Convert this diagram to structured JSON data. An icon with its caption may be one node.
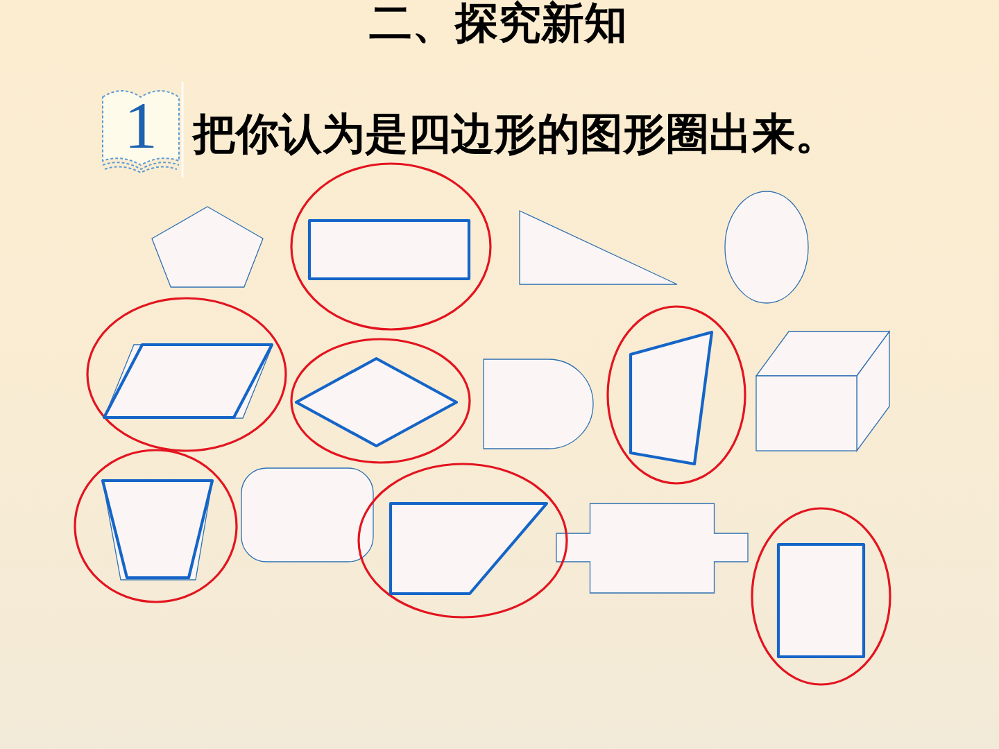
{
  "diagram": {
    "title": "二、探究新知",
    "nodes": [
      {
        "text": [],
        "shape": "pentagon"
      },
      {
        "text": [],
        "shape": "circle"
      },
      {
        "text": [],
        "shape": "box",
        "in": 1
      },
      {
        "text": [],
        "shape": "triangle"
      },
      {
        "text": [],
        "shape": "ellipse"
      },
      {
        "text": [],
        "shape": "circle"
      },
      {
        "text": [],
        "shape": "parallelogram",
        "in": 5
      },
      {
        "text": [],
        "shape": "circle"
      },
      {
        "text": [],
        "shape": "diamond",
        "in": 7
      },
      {
        "text": [],
        "shape": "arch"
      },
      {
        "text": [],
        "shape": "circle"
      },
      {
        "text": [],
        "shape": "quadrilateral",
        "in": 10
      },
      {
        "text": [],
        "shape": "cube"
      },
      {
        "text": [],
        "shape": "circle"
      },
      {
        "text": [],
        "shape": "trapezoid",
        "in": 13
      },
      {
        "text": [],
        "shape": "rounded-box"
      },
      {
        "text": [],
        "shape": "circle"
      },
      {
        "text": [],
        "shape": "trapezoid",
        "in": 16
      },
      {
        "text": [],
        "shape": "cross"
      },
      {
        "text": [],
        "shape": "circle"
      },
      {
        "text": [],
        "shape": "box",
        "in": 19
      }
    ],
    "labels": [
      "1",
      "把你认为是四边形的图形圈出来。"
    ]
  }
}
